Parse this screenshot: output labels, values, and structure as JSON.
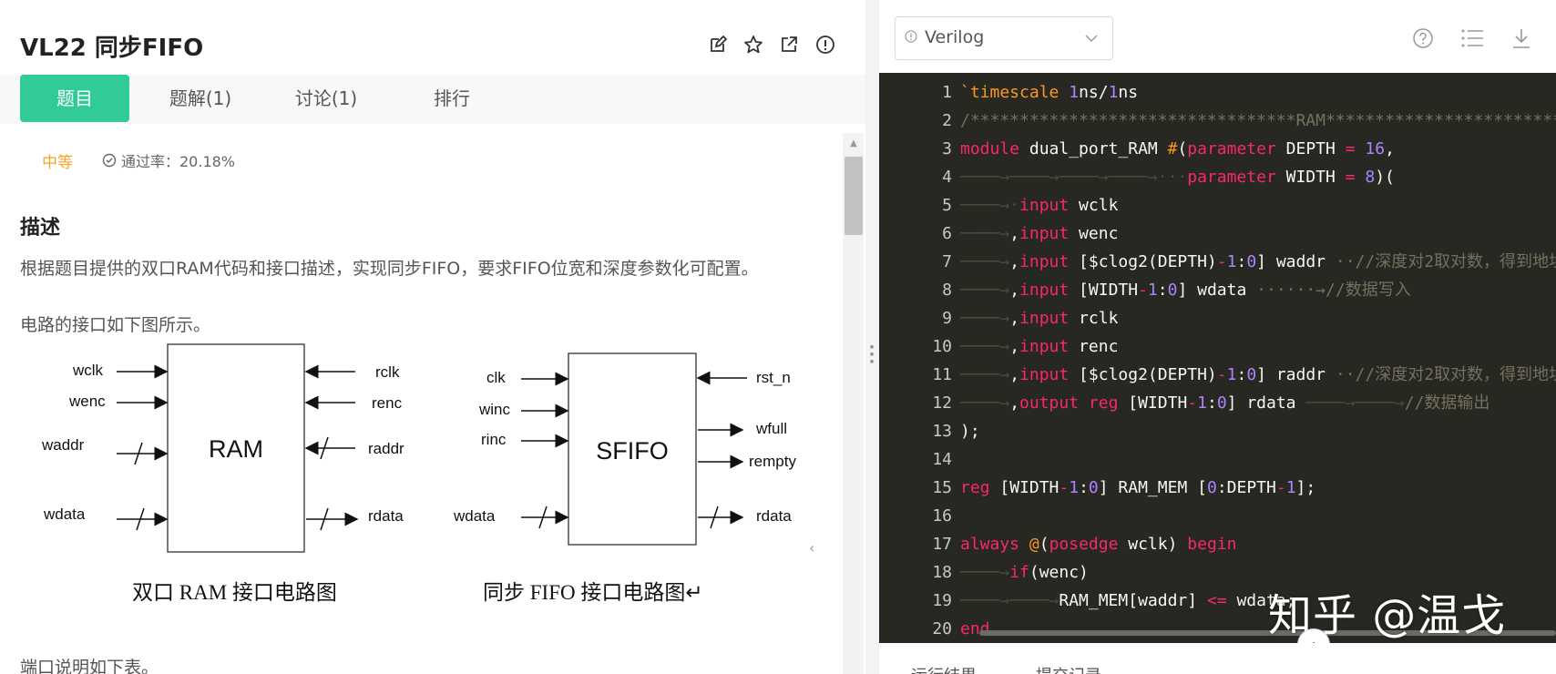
{
  "problem": {
    "title": "VL22  同步FIFO",
    "difficulty": "中等",
    "pass_rate": "通过率：20.18%"
  },
  "tabs": [
    "题目",
    "题解(1)",
    "讨论(1)",
    "排行"
  ],
  "description": {
    "heading": "描述",
    "paragraph": "根据题目提供的双口RAM代码和接口描述，实现同步FIFO，要求FIFO位宽和深度参数化可配置。",
    "diagram_intro": "电路的接口如下图所示。",
    "port_note": "端口说明如下表。"
  },
  "diagram": {
    "ram": {
      "block": "RAM",
      "inputs": [
        "wclk",
        "wenc",
        "waddr",
        "wdata"
      ],
      "right_inputs": [
        "rclk",
        "renc",
        "raddr"
      ],
      "outputs": [
        "rdata"
      ],
      "caption": "双口 RAM 接口电路图"
    },
    "fifo": {
      "block": "SFIFO",
      "inputs": [
        "clk",
        "winc",
        "rinc",
        "wdata"
      ],
      "right_inputs": [
        "rst_n"
      ],
      "outputs": [
        "wfull",
        "rempty",
        "rdata"
      ],
      "caption": "同步 FIFO 接口电路图↵"
    }
  },
  "editor": {
    "language": "Verilog",
    "line_numbers": [
      "1",
      "2",
      "3",
      "4",
      "5",
      "6",
      "7",
      "8",
      "9",
      "10",
      "11",
      "12",
      "13",
      "14",
      "15",
      "16",
      "17",
      "18",
      "19",
      "20"
    ]
  },
  "watermark": "知乎 @温戈",
  "bottom_tabs": [
    "运行结果",
    "提交记录"
  ],
  "icons": {
    "title_actions": [
      "edit-icon",
      "star-icon",
      "share-icon",
      "report-icon"
    ],
    "editor_actions": [
      "help-icon",
      "list-icon",
      "download-icon"
    ]
  },
  "colors": {
    "accent": "#32ca99",
    "difficulty": "#f5a623",
    "editor_bg": "#272822"
  }
}
